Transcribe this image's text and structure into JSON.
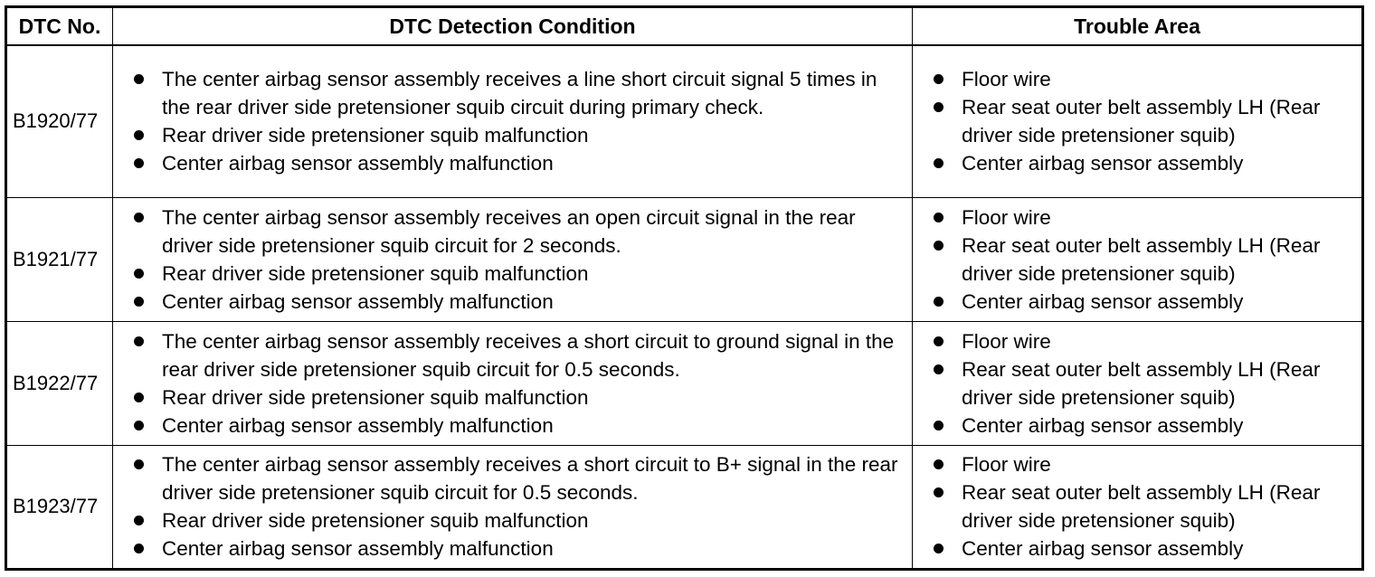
{
  "headers": {
    "dtc_no": "DTC No.",
    "condition": "DTC Detection Condition",
    "trouble_area": "Trouble Area"
  },
  "rows": [
    {
      "code": "B1920/77",
      "conditions": [
        "The center airbag sensor assembly receives a line short circuit signal 5 times in the rear driver side pretensioner squib circuit during primary check.",
        "Rear driver side pretensioner squib malfunction",
        "Center airbag sensor assembly malfunction"
      ],
      "areas": [
        "Floor wire",
        "Rear seat outer belt assembly LH (Rear driver side pretensioner squib)",
        "Center airbag sensor assembly"
      ]
    },
    {
      "code": "B1921/77",
      "conditions": [
        "The center airbag sensor assembly receives an open circuit signal in the rear driver side pretensioner squib circuit for 2 seconds.",
        "Rear driver side pretensioner squib malfunction",
        "Center airbag sensor assembly malfunction"
      ],
      "areas": [
        "Floor wire",
        "Rear seat outer belt assembly LH (Rear driver side pretensioner squib)",
        "Center airbag sensor assembly"
      ]
    },
    {
      "code": "B1922/77",
      "conditions": [
        "The center airbag sensor assembly receives a short circuit to ground signal in the rear driver side pretensioner squib circuit for 0.5 seconds.",
        "Rear driver side pretensioner squib malfunction",
        "Center airbag sensor assembly malfunction"
      ],
      "areas": [
        "Floor wire",
        "Rear seat outer belt assembly LH (Rear driver side pretensioner squib)",
        "Center airbag sensor assembly"
      ]
    },
    {
      "code": "B1923/77",
      "conditions": [
        "The center airbag sensor assembly receives a short circuit to B+ signal in the rear driver side pretensioner squib circuit for 0.5 seconds.",
        "Rear driver side pretensioner squib malfunction",
        "Center airbag sensor assembly malfunction"
      ],
      "areas": [
        "Floor wire",
        "Rear seat outer belt assembly LH (Rear driver side pretensioner squib)",
        "Center airbag sensor assembly"
      ]
    }
  ]
}
